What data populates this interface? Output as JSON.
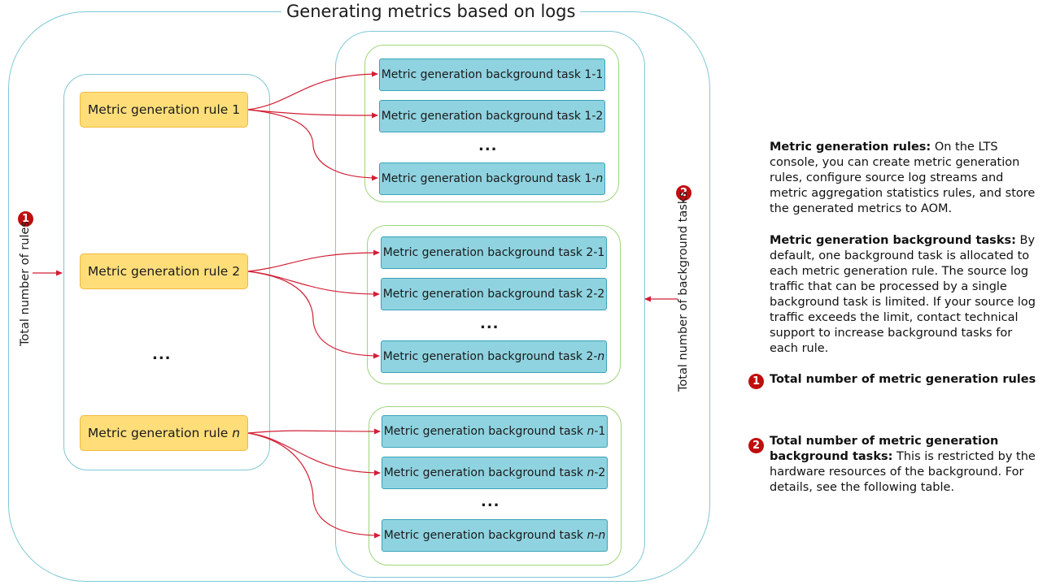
{
  "diagram": {
    "title": "Generating metrics based on logs",
    "rules": {
      "rule_1": "Metric generation rule 1",
      "rule_2": "Metric generation rule 2",
      "rule_n_prefix": "Metric generation rule ",
      "n": "n",
      "ellipsis": "..."
    },
    "tasks": {
      "g1": {
        "t1": "Metric generation background task 1-1",
        "t2": "Metric generation background task 1-2",
        "tn_prefix": "Metric generation background task 1-",
        "n": "n",
        "ellipsis": "..."
      },
      "g2": {
        "t1": "Metric generation background task 2-1",
        "t2": "Metric generation background task 2-2",
        "tn_prefix": "Metric generation background task 2-",
        "n": "n",
        "ellipsis": "..."
      },
      "g3": {
        "prefix": "Metric generation background task ",
        "n": "n",
        "t1_suffix": "-1",
        "t2_suffix": "-2",
        "tn_sep": "-",
        "ellipsis": "..."
      }
    },
    "total_rules_label": "Total number of rules",
    "total_tasks_label": "Total number of background tasks",
    "badge_1": "1",
    "badge_2": "2",
    "colors": {
      "arrow": "#d11f35",
      "rule_fill": "#ffde7a",
      "task_fill": "#8fd3e0",
      "frame_blue": "#7ec8d6",
      "frame_green": "#9fd47c",
      "badge": "#c00d0d"
    }
  },
  "notes": {
    "rules_title": "Metric generation rules:",
    "rules_text": " On the LTS console, you can create metric generation rules, configure source log streams and metric aggregation statistics rules, and store the generated metrics to AOM.",
    "tasks_title": "Metric generation background tasks:",
    "tasks_text": " By default, one background task is allocated to each metric generation rule. The source log traffic that can be processed by a single background task is limited. If your source log traffic exceeds the limit, contact technical support to increase background tasks for each rule.",
    "item1_badge": "1",
    "item1_title": "Total number of metric generation rules",
    "item2_badge": "2",
    "item2_title": "Total number of metric generation background tasks:",
    "item2_text": " This is restricted by the hardware resources of the background. For details, see the following table."
  }
}
